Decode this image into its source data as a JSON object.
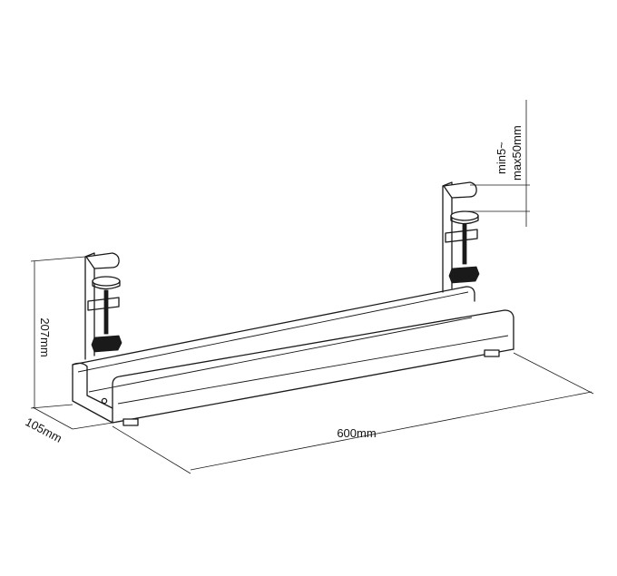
{
  "dimensions": {
    "height": "207mm",
    "depth": "105mm",
    "width": "600mm",
    "clamp_range_line1": "min5~",
    "clamp_range_line2": "max50mm"
  },
  "colors": {
    "line": "#1a1a1a",
    "background": "#ffffff"
  }
}
